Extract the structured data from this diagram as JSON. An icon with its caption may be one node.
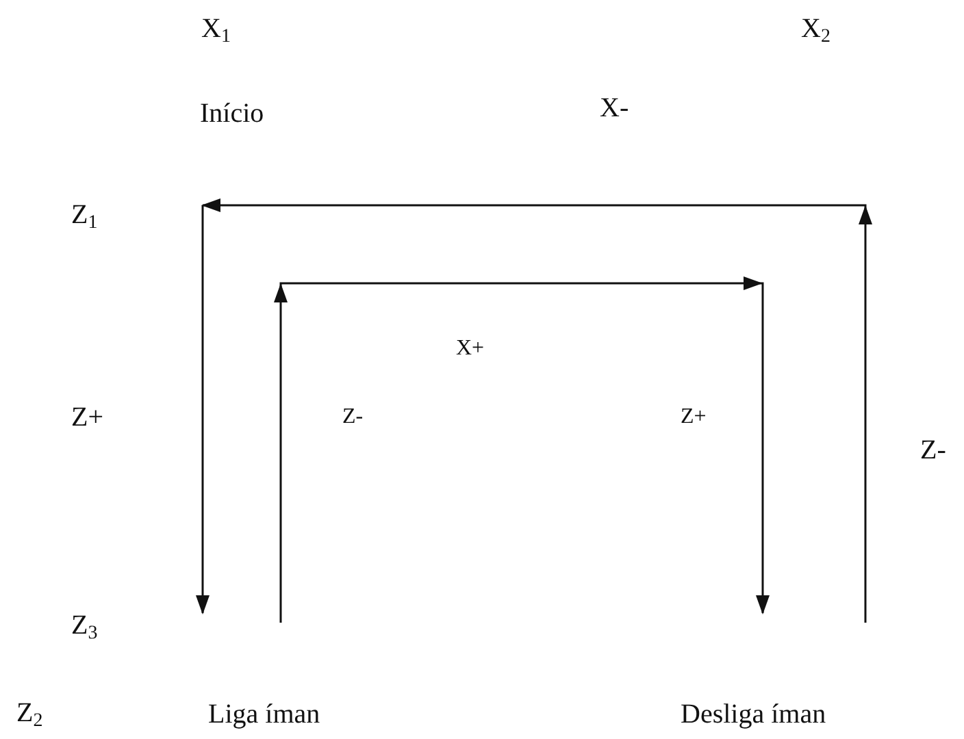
{
  "diagram": {
    "nodes": [
      {
        "text": [
          "Início"
        ]
      },
      {
        "text": [
          "Liga íman"
        ]
      },
      {
        "text": [
          "Desliga íman"
        ]
      }
    ],
    "edges": [
      {
        "from": 1,
        "to": 2,
        "arrow": "to"
      },
      {
        "from": 2,
        "to": 0,
        "arrow": "to"
      },
      {
        "from": 0,
        "to": null,
        "arrow": "to"
      }
    ],
    "labels": [
      "X$_{1}$",
      "X$_{2}$",
      "X-",
      "Z$_{1}$",
      "X+",
      "Z+",
      "Z-",
      "Z+",
      "Z-",
      "Z$_{3}$",
      "Z$_{2}$"
    ]
  }
}
